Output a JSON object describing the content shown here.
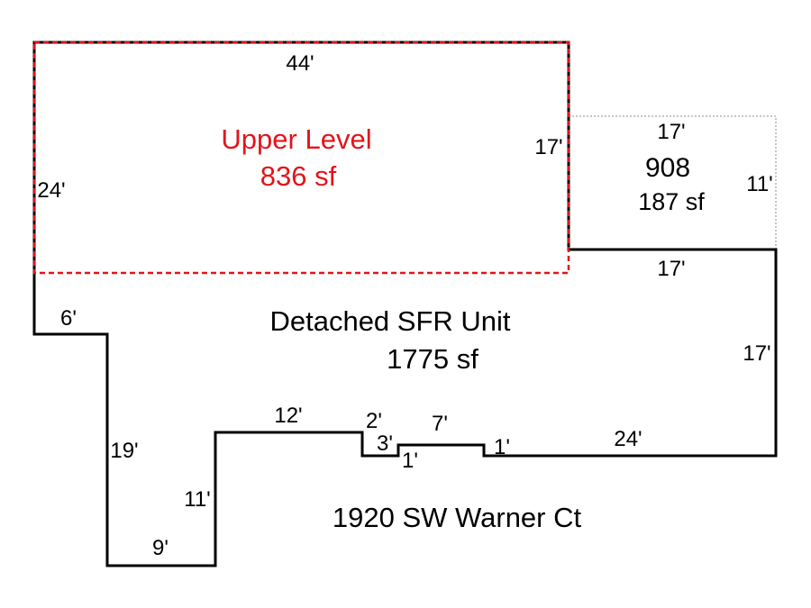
{
  "colors": {
    "background": "#ffffff",
    "outline": "#000000",
    "upper_level": "#e3141b",
    "dotted_area": "#8c8c8c"
  },
  "upper_level": {
    "name": "Upper Level",
    "area": "836 sf",
    "dim_top": "44'",
    "dim_left": "24'",
    "dim_right": "17'"
  },
  "area_908": {
    "name": "908",
    "area": "187 sf",
    "dim_top": "17'",
    "dim_right": "11'"
  },
  "main_unit": {
    "name": "Detached SFR Unit",
    "area": "1775 sf"
  },
  "dimensions": {
    "top_right": "17'",
    "right": "17'",
    "left_step": "6'",
    "left_lower": "19'",
    "bottom_left": "9'",
    "inner_left": "11'",
    "notch_top": "12'",
    "notch_2": "2'",
    "notch_3": "3'",
    "notch_1a": "1'",
    "notch_7": "7'",
    "notch_1b": "1'",
    "bottom_right": "24'"
  },
  "address": "1920 SW Warner Ct"
}
